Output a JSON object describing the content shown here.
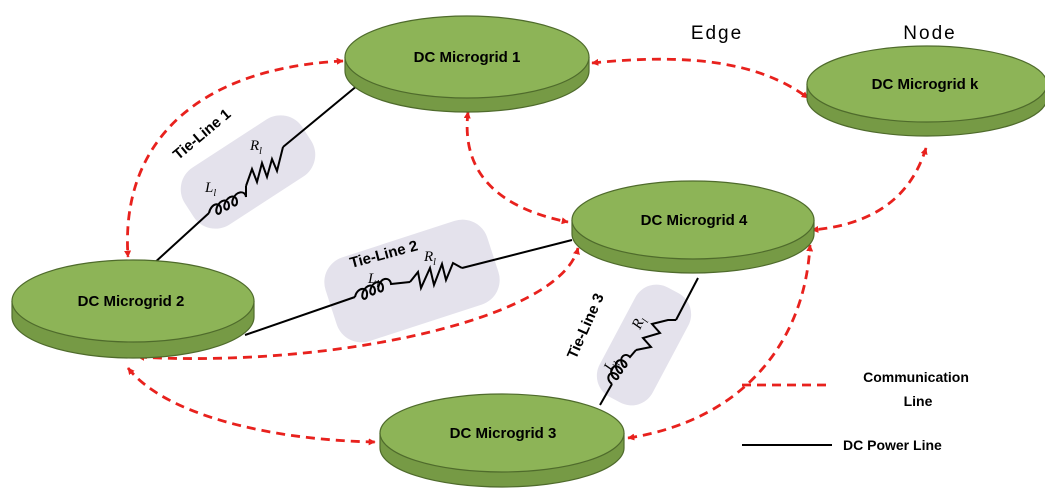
{
  "headers": {
    "edge": "Edge",
    "node": "Node"
  },
  "nodes": {
    "mg1": "DC Microgrid 1",
    "mg2": "DC Microgrid 2",
    "mg3": "DC Microgrid 3",
    "mg4": "DC Microgrid 4",
    "mgk": "DC Microgrid k"
  },
  "tie_lines": {
    "t1": "Tie-Line 1",
    "t2": "Tie-Line 2",
    "t3": "Tie-Line 3"
  },
  "components": {
    "inductor": "L",
    "resistor": "R",
    "subscript": "l"
  },
  "legend": {
    "communication_line_1": "Communication",
    "communication_line_2": "Line",
    "power_line": "DC Power Line"
  },
  "colors": {
    "node_fill": "#8db457",
    "node_side": "#769a45",
    "node_stroke": "#4f6b2c",
    "communication": "#e8211d",
    "power": "#000000",
    "tie_box": "#e4e2ec"
  }
}
